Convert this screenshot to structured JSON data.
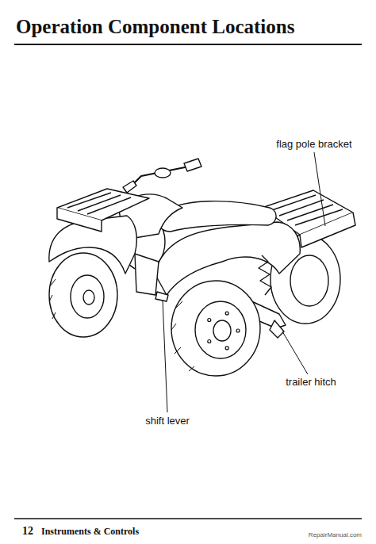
{
  "diagram": {
    "title": "Operation Component Locations",
    "labels": [
      "flag pole bracket",
      "trailer hitch",
      "shift lever",
      "12",
      "Instruments & Controls",
      "RepairManual.com"
    ]
  }
}
